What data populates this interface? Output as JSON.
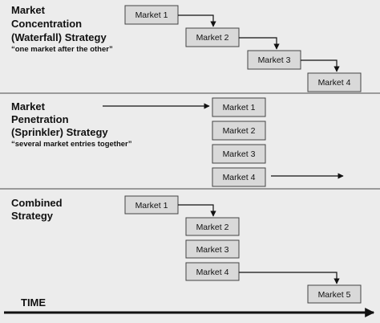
{
  "sections": [
    {
      "title_lines": [
        "Market",
        "Concentration",
        "(Waterfall) Strategy"
      ],
      "subtitle": "“one market after the other”",
      "markets": [
        "Market 1",
        "Market 2",
        "Market 3",
        "Market 4"
      ]
    },
    {
      "title_lines": [
        "Market",
        "Penetration",
        "(Sprinkler) Strategy"
      ],
      "subtitle": "“several market entries together”",
      "markets": [
        "Market 1",
        "Market 2",
        "Market 3",
        "Market 4"
      ]
    },
    {
      "title_lines": [
        "Combined",
        "Strategy"
      ],
      "subtitle": "",
      "markets": [
        "Market 1",
        "Market 2",
        "Market 3",
        "Market 4",
        "Market 5"
      ]
    }
  ],
  "time_label": "TIME",
  "colors": {
    "background": "#ececec",
    "box_fill": "#d9d9d9",
    "box_stroke": "#444444",
    "line": "#111111",
    "divider": "#9a9a9a"
  }
}
